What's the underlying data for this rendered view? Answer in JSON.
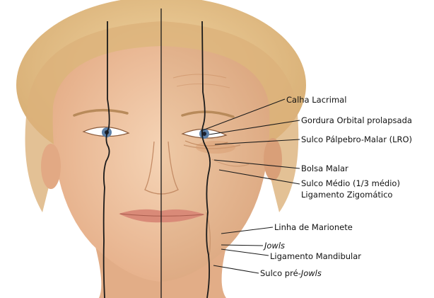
{
  "illustration": {
    "description_icon": "face-aging-illustration",
    "colors": {
      "skin_young": "#f1c9a6",
      "skin_aged": "#e6b68f",
      "hair": "#e2bf86",
      "lips": "#d98a78",
      "iris": "#5c7fa6",
      "leader_line": "#1a1a1a"
    }
  },
  "labels": {
    "calha_lacrimal": "Calha Lacrimal",
    "gordura_orbital": "Gordura Orbital prolapsada",
    "sulco_palpebro": "Sulco Pálpebro-Malar (LRO)",
    "bolsa_malar": "Bolsa Malar",
    "sulco_medio": "Sulco Médio (1/3 médio)",
    "ligamento_zigomatico": "Ligamento Zigomático",
    "linha_marionete": "Linha de Marionete",
    "jowls": "Jowls",
    "ligamento_mandibular": "Ligamento Mandibular",
    "sulco_pre_prefix": "Sulco pré-",
    "sulco_pre_italic": "Jowls"
  }
}
